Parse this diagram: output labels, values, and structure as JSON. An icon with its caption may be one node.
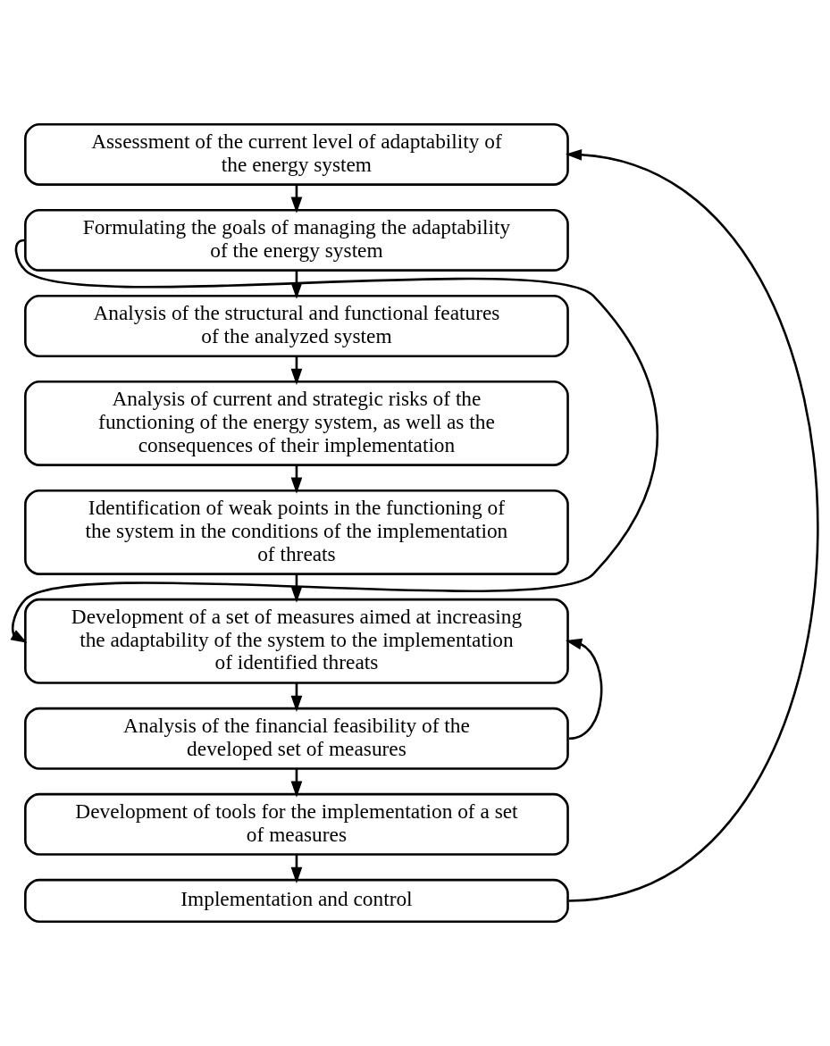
{
  "diagram": {
    "nodes": [
      {
        "text": [
          "Assessment of the current level of adaptability of the energy system"
        ]
      },
      {
        "text": [
          "Formulating the goals of managing the adaptability of the energy system"
        ]
      },
      {
        "text": [
          "Analysis of the structural and functional features of the analyzed system"
        ]
      },
      {
        "text": [
          "Analysis of current and strategic risks of the functioning of the energy system, as well as the consequences of their implementation"
        ]
      },
      {
        "text": [
          "Identification of weak points in the functioning of the system in the conditions of the implementation of threats"
        ]
      },
      {
        "text": [
          "Development of a set of measures aimed at increasing the adaptability of the system to the implementation of identified threats"
        ]
      },
      {
        "text": [
          "Analysis of the financial feasibility of the developed set of measures"
        ]
      },
      {
        "text": [
          "Development of tools for the implementation of a set of measures"
        ]
      },
      {
        "text": [
          "Implementation and control"
        ]
      }
    ],
    "edges": [
      {
        "from": 8,
        "to": 0,
        "arrow": "to"
      },
      {
        "from": 0,
        "to": 1,
        "arrow": "to"
      },
      {
        "from": 1,
        "to": 2,
        "arrow": "to"
      },
      {
        "from": 1,
        "to": 5,
        "arrow": "to"
      },
      {
        "from": 2,
        "to": 3,
        "arrow": "to"
      },
      {
        "from": 3,
        "to": 4,
        "arrow": "to"
      },
      {
        "from": 4,
        "to": 5,
        "arrow": "to"
      },
      {
        "from": 6,
        "to": 5,
        "arrow": "to"
      },
      {
        "from": 5,
        "to": 6,
        "arrow": "to"
      },
      {
        "from": 6,
        "to": 7,
        "arrow": "to"
      },
      {
        "from": 7,
        "to": 8,
        "arrow": "to"
      }
    ]
  }
}
